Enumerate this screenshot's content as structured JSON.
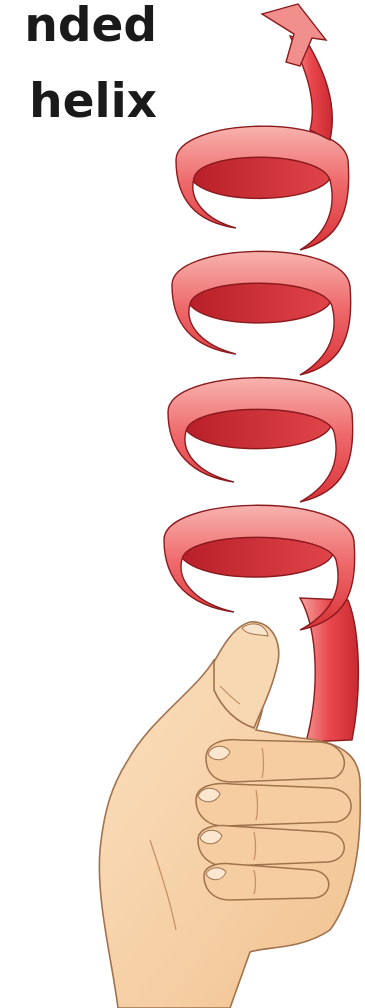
{
  "caption": {
    "line1": "nded",
    "line2": "helix"
  },
  "colors": {
    "helix_front": "#e9474d",
    "helix_light": "#f6a6a4",
    "helix_back": "#c8262e",
    "helix_outline": "#8a1a1e",
    "skin": "#f6d2a8",
    "skin_shade": "#e9b485",
    "skin_outline": "#a0724d",
    "text": "#1a1a1a"
  },
  "illustration": {
    "helix_turns": 4,
    "arrow_icon": "arrow-up-icon",
    "hand": "thumbs-up-right-hand"
  }
}
